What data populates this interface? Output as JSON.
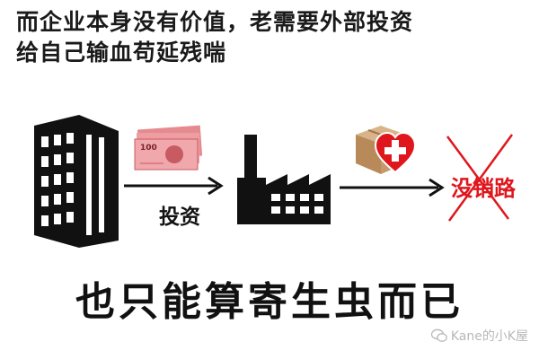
{
  "heading": {
    "line1": "而企业本身没有价值，老需要外部投资",
    "line2": "给自己输血苟延残喘"
  },
  "flow": {
    "arrow1_label": "投资",
    "banknote_text": "100",
    "blocked_label": "没销路"
  },
  "caption": "也只能算寄生虫而已",
  "watermark": "Kane的小K屋",
  "colors": {
    "red": "#e0161d",
    "black": "#111111",
    "box": "#c49a6c",
    "banknote": "#e58a8f"
  }
}
